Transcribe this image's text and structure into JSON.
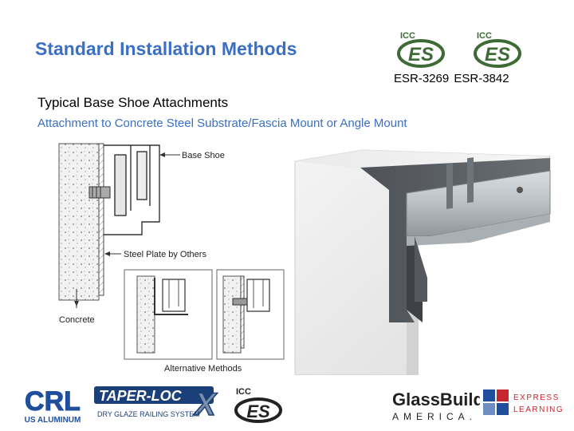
{
  "header": {
    "title": "Standard Installation Methods",
    "certifications": "ESR-3269  ESR-3842",
    "icc_logo_text": "ICC",
    "es_logo_text": "ES"
  },
  "content": {
    "heading": "Typical Base Shoe Attachments",
    "subheading": "Attachment to Concrete Steel Substrate/Fascia Mount or Angle Mount"
  },
  "diagram": {
    "label_base_shoe": "Base Shoe",
    "label_steel_plate": "Steel Plate by Others",
    "label_concrete": "Concrete",
    "label_alternative": "Alternative Methods"
  },
  "footer": {
    "crl_logo_text": "CRL",
    "crl_logo_sub": "US ALUMINUM",
    "taperloc_text": "TAPER-LOC",
    "taperloc_x": "X",
    "taperloc_sub": "DRY GLAZE RAILING SYSTEM",
    "glassbuild_text": "GlassBuild",
    "glassbuild_sub": "AMERICA.",
    "express_line1": "EXPRESS",
    "express_line2": "LEARNING"
  },
  "colors": {
    "title_blue": "#3a6fc4",
    "es_green": "#3d6a35",
    "crl_blue": "#1f4e9c",
    "express_red": "#c8262e"
  }
}
